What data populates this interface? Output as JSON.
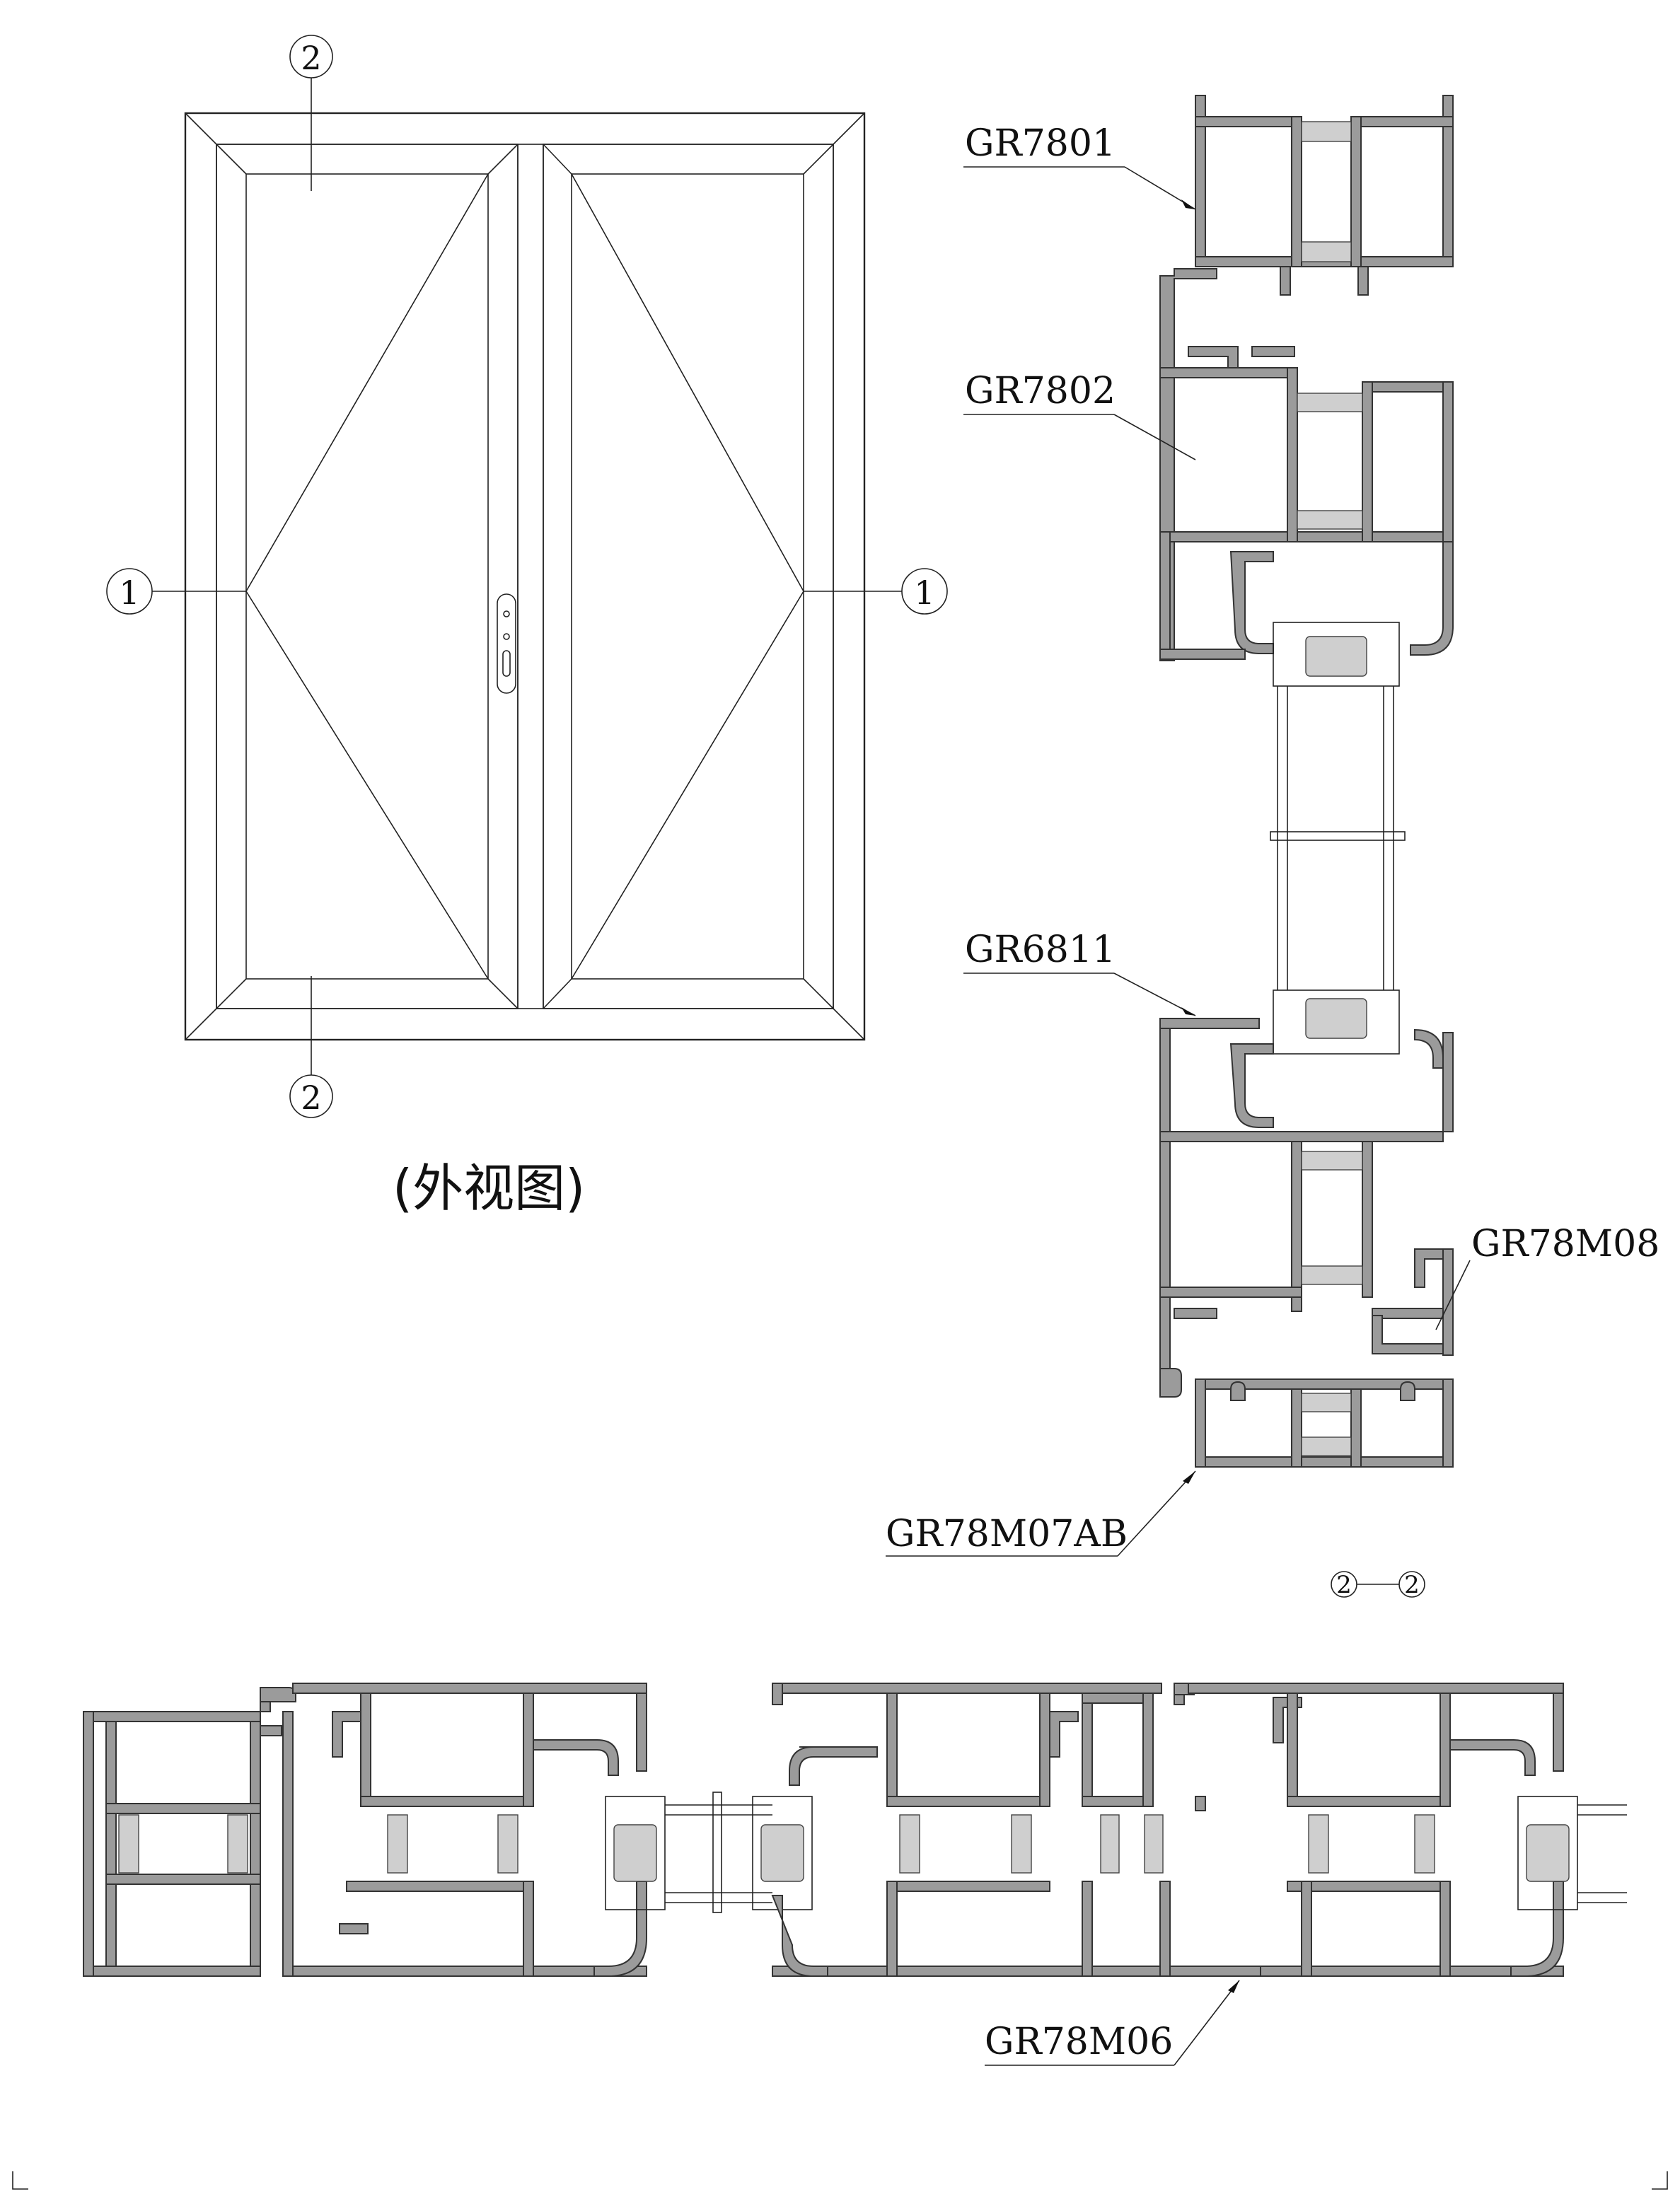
{
  "labels": {
    "gr7801": "GR7801",
    "gr7802": "GR7802",
    "gr6811": "GR6811",
    "gr78m08": "GR78M08",
    "gr78m07ab": "GR78M07AB",
    "gr78m06": "GR78M06"
  },
  "markers": {
    "top": "2",
    "bottom": "2",
    "left": "1",
    "right": "1",
    "section_a": "2",
    "section_b": "2"
  },
  "caption": "(外视图)"
}
